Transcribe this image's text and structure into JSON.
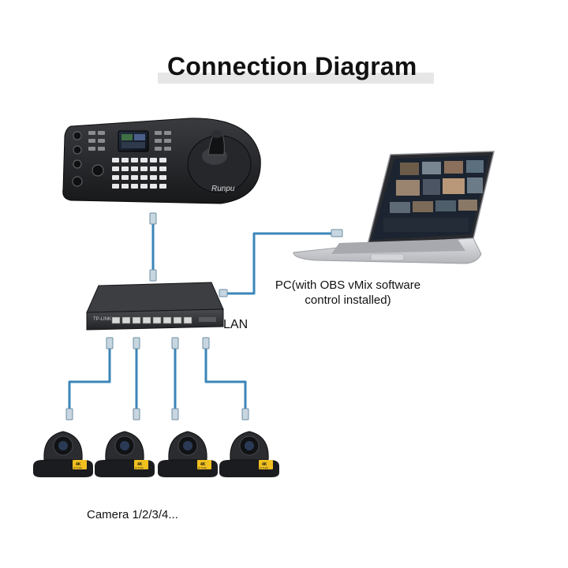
{
  "title": "Connection Diagram",
  "pc_label": {
    "line1": "PC(with OBS vMix software",
    "line2": "control installed)"
  },
  "lan_label": "LAN",
  "camera_label": "Camera 1/2/3/4...",
  "controller_brand": "Runpu",
  "switch_brand": "TP-LINK",
  "camera_badge": "4K",
  "camera_badge_sub": "AI Track",
  "colors": {
    "cable": "#3b86b8",
    "device_dark": "#1e1f22",
    "switch_port": "#d8d8d8",
    "laptop_silver": "#c9cbcf",
    "title_bar": "#e6e6e6",
    "badge": "#f0c020"
  }
}
